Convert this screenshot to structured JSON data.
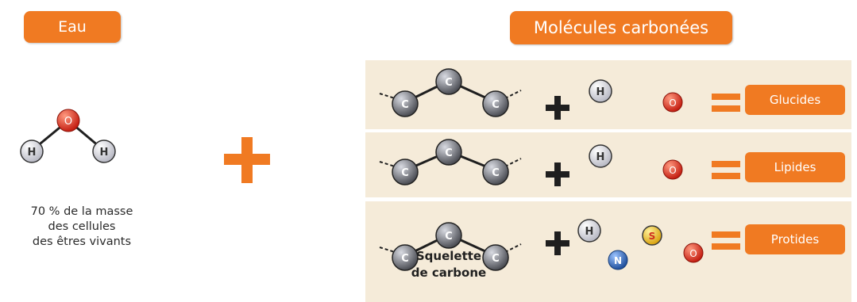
{
  "water": {
    "title": "Eau",
    "atom_center": "O",
    "atom_left": "H",
    "atom_right": "H",
    "caption_lines": [
      "70 % de la masse",
      "des cellules",
      "des êtres vivants"
    ]
  },
  "carbon_molecules": {
    "title": "Molécules carbonées",
    "skeleton_atom": "C",
    "skeleton_label_lines": [
      "Squelette",
      "de carbone"
    ],
    "rows": [
      {
        "atoms": [
          "H",
          "O"
        ],
        "result": "Glucides"
      },
      {
        "atoms": [
          "H",
          "O"
        ],
        "result": "Lipides"
      },
      {
        "atoms": [
          "H",
          "N",
          "S",
          "O"
        ],
        "result": "Protides"
      }
    ]
  },
  "colors": {
    "accent": "#f07a22",
    "row_background": "#f5ebd9",
    "oxygen": "#e0301e",
    "hydrogen": "#e9e9ee",
    "carbon": "#7b7d84",
    "nitrogen": "#2f6fc4",
    "sulfur": "#f2c21b"
  }
}
